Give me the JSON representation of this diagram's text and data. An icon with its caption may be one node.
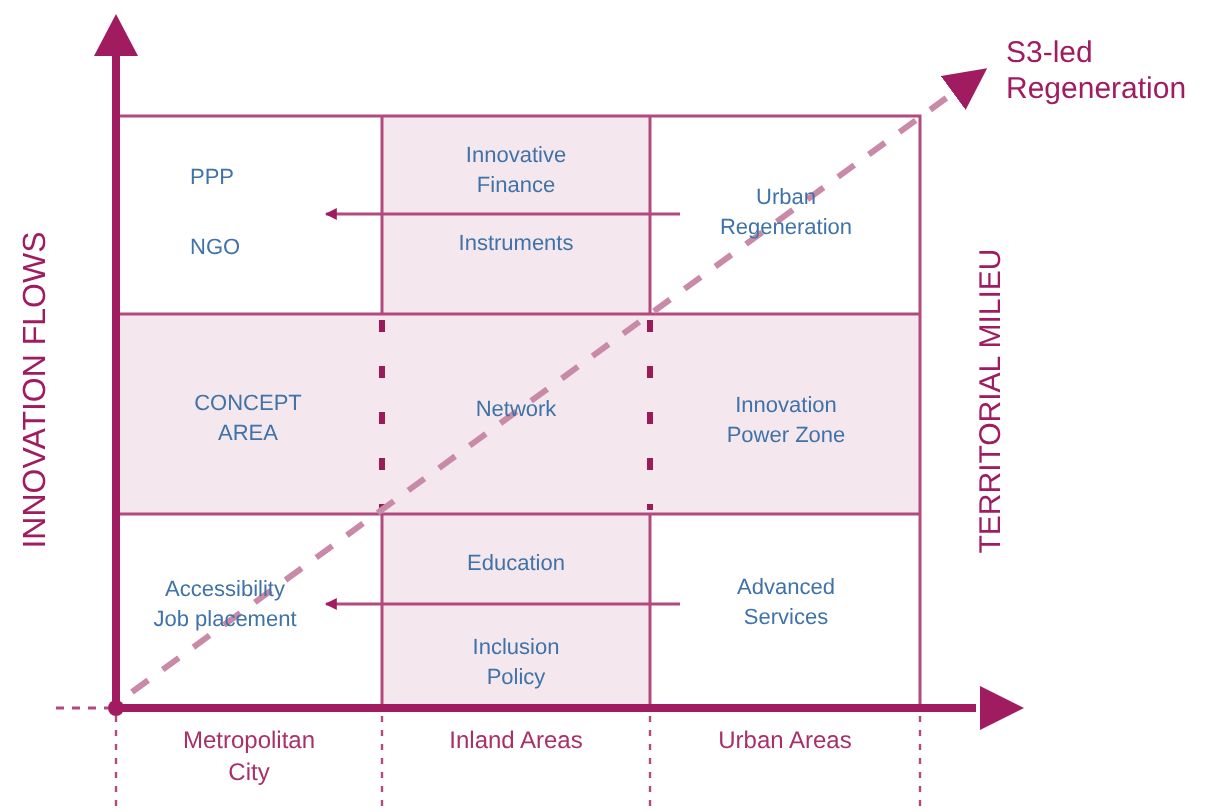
{
  "diagram": {
    "nodes": [
      {
        "text": [
          "PPP",
          "NGO"
        ]
      },
      {
        "text": [
          "Innovative Finance"
        ]
      },
      {
        "text": [
          "Instruments"
        ]
      },
      {
        "text": [
          "Urban Regeneration"
        ]
      },
      {
        "text": [
          "CONCEPT AREA"
        ]
      },
      {
        "text": [
          "Network"
        ]
      },
      {
        "text": [
          "Innovation Power Zone"
        ]
      },
      {
        "text": [
          "Accessibility Job placement"
        ]
      },
      {
        "text": [
          "Education"
        ]
      },
      {
        "text": [
          "Inclusion Policy"
        ]
      },
      {
        "text": [
          "Advanced Services"
        ]
      }
    ],
    "edges": [
      {
        "from": 3,
        "to": 0,
        "arrow": "to"
      },
      {
        "from": 10,
        "to": 7,
        "arrow": "to"
      }
    ],
    "labels": [
      "S3-led Regeneration",
      "INNOVATION FLOWS",
      "TERRITORIAL MILIEU",
      "Metropolitan City",
      "Inland Areas",
      "Urban Areas"
    ]
  }
}
